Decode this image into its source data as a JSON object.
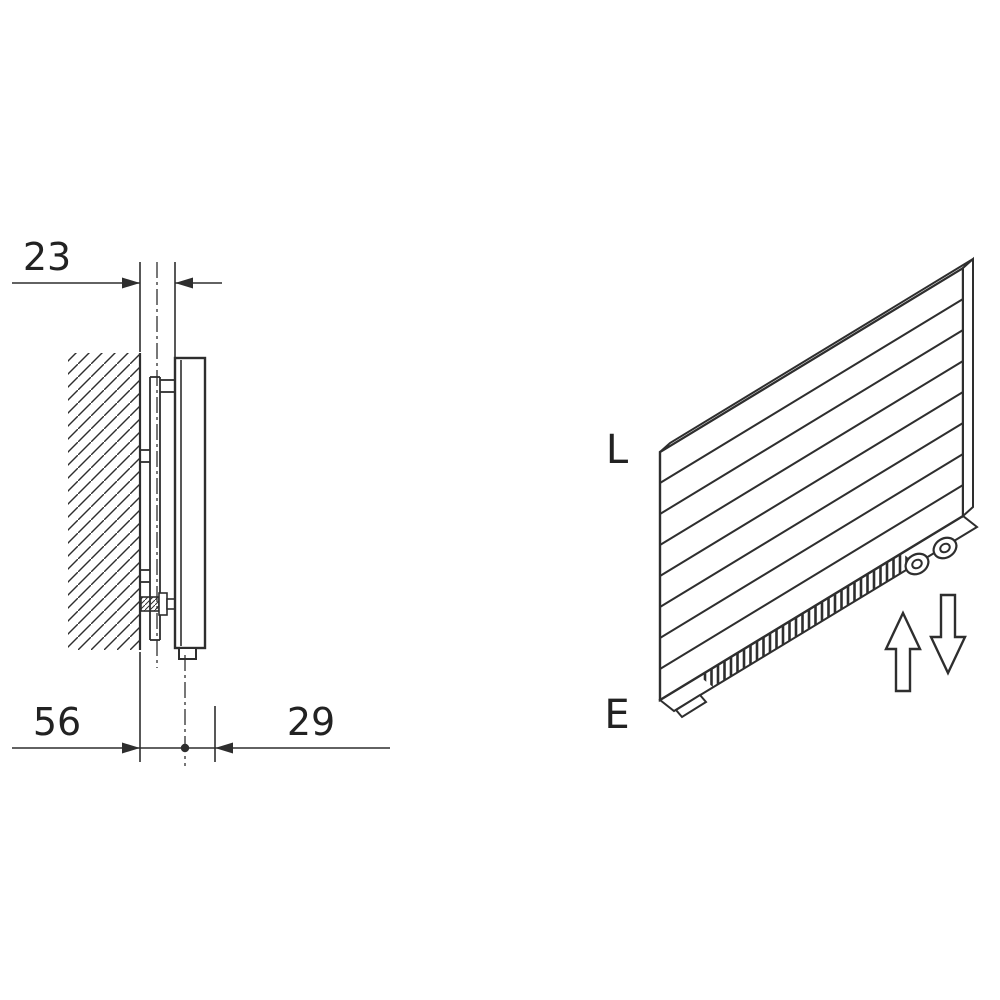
{
  "diagram": {
    "title": "radiator-wall-mounting-dimensions",
    "colors": {
      "line": "#2e2e2e",
      "background": "#ffffff"
    },
    "side_view": {
      "dim_wall_gap": "23",
      "dim_wall_to_connection": "56",
      "dim_connection_to_front": "29"
    },
    "perspective_view": {
      "port_label_top": "L",
      "port_label_bottom": "E"
    },
    "icons": [
      "wall-hatch-pattern",
      "flow-up-arrow",
      "flow-down-arrow",
      "connection-ports",
      "convector-fins"
    ]
  }
}
